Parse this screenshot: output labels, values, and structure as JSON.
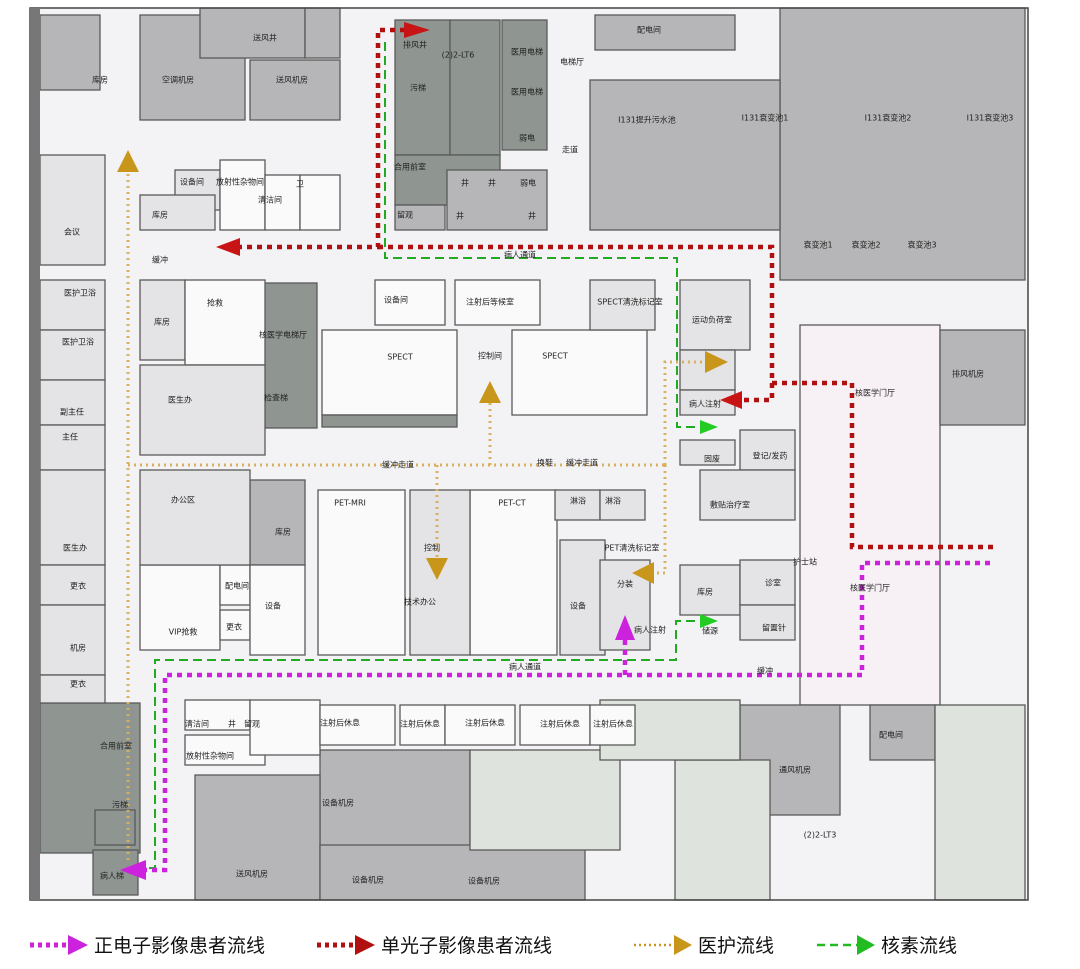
{
  "rooms": [
    "库房",
    "空调机房",
    "送风井",
    "送风机房",
    "排风井",
    "(2)2-LT6",
    "污梯",
    "医用电梯",
    "医用电梯",
    "弱电",
    "合用前室",
    "井",
    "井",
    "弱电",
    "留观",
    "井",
    "井",
    "电梯厅",
    "配电间",
    "走道",
    "I131提升污水池",
    "I131衰变池1",
    "I131衰变池2",
    "I131衰变池3",
    "衰变池1",
    "衰变池2",
    "衰变池3",
    "设备间",
    "放射性杂物间",
    "清洁间",
    "卫",
    "库房",
    "会议",
    "缓冲",
    "病人通道",
    "医护卫浴",
    "医护卫浴",
    "副主任",
    "主任",
    "库房",
    "抢救",
    "核医学电梯厅",
    "医生办",
    "检查梯",
    "设备间",
    "注射后等候室",
    "SPECT",
    "控制间",
    "SPECT",
    "SPECT清洗标记室",
    "运动负荷室",
    "病人注射",
    "核医学门厅",
    "排风机房",
    "缓冲走道",
    "换鞋",
    "缓冲走道",
    "固废",
    "登记/发药",
    "淋浴",
    "淋浴",
    "敷贴治疗室",
    "办公区",
    "库房",
    "PET-MRI",
    "控制",
    "PET-CT",
    "医生办",
    "PET清洗标记室",
    "分装",
    "库房",
    "诊室",
    "护士站",
    "核医学门厅",
    "更衣",
    "配电间",
    "设备",
    "技术办公",
    "设备",
    "VIP抢救",
    "更衣",
    "机房",
    "病人注射",
    "储源",
    "留置针",
    "更衣",
    "病人通道",
    "缓冲",
    "清洁间",
    "井",
    "留观",
    "放射性杂物间",
    "合用前室",
    "注射后休息",
    "注射后休息",
    "注射后休息",
    "注射后休息",
    "注射后休息",
    "设备机房",
    "送风机房",
    "设备机房",
    "设备机房",
    "通风机房",
    "配电间",
    "(2)2-LT3",
    "污梯",
    "病人梯"
  ],
  "legend": [
    {
      "label": "正电子影像患者流线",
      "color": "#cc22dd"
    },
    {
      "label": "单光子影像患者流线",
      "color": "#b01010"
    },
    {
      "label": "医护流线",
      "color": "#c8961a"
    },
    {
      "label": "核素流线",
      "color": "#22bb22"
    }
  ]
}
